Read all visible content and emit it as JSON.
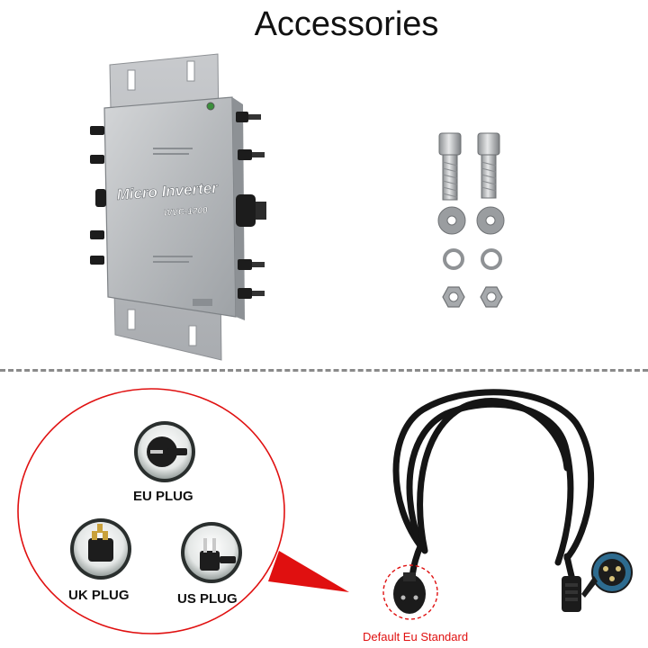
{
  "header": {
    "title": "Accessories"
  },
  "inverter": {
    "brand_text": "Micro Inverter",
    "model_text": "WVC-1200"
  },
  "plugs": {
    "eu_label": "EU PLUG",
    "uk_label": "UK PLUG",
    "us_label": "US PLUG"
  },
  "cable": {
    "caption": "Default Eu Standard"
  },
  "colors": {
    "accent_red": "#e01010",
    "cable_black": "#151515",
    "inverter_silver": "#b9bcc0",
    "divider_gray": "#8a8a8a"
  }
}
